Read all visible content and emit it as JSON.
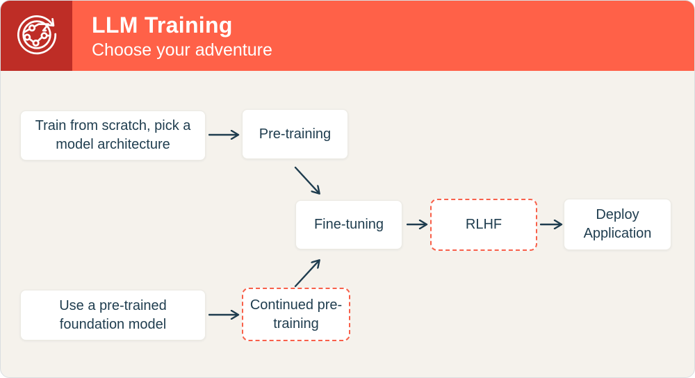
{
  "header": {
    "title": "LLM Training",
    "subtitle": "Choose your adventure",
    "logo_icon": "ml-cycle-icon",
    "colors": {
      "logo_bg": "#BE2D26",
      "header_bg": "#FF6148",
      "text": "#FFFFFF"
    }
  },
  "diagram": {
    "colors": {
      "background": "#F5F2EC",
      "box_bg": "#FFFFFF",
      "box_text": "#1E3C4E",
      "arrow": "#1E3C4E",
      "dashed_border": "#F8604A"
    },
    "nodes": [
      {
        "id": "train-scratch",
        "label": "Train from scratch, pick a model architecture",
        "style": "solid"
      },
      {
        "id": "pre-training",
        "label": "Pre-training",
        "style": "solid"
      },
      {
        "id": "fine-tuning",
        "label": "Fine-tuning",
        "style": "solid"
      },
      {
        "id": "rlhf",
        "label": "RLHF",
        "style": "dashed"
      },
      {
        "id": "deploy-application",
        "label": "Deploy Application",
        "style": "solid"
      },
      {
        "id": "use-pretrained",
        "label": "Use a pre-trained foundation model",
        "style": "solid"
      },
      {
        "id": "continued-pretraining",
        "label": "Continued pre-training",
        "style": "dashed"
      }
    ],
    "edges": [
      {
        "from": "train-scratch",
        "to": "pre-training"
      },
      {
        "from": "pre-training",
        "to": "fine-tuning"
      },
      {
        "from": "fine-tuning",
        "to": "rlhf"
      },
      {
        "from": "rlhf",
        "to": "deploy-application"
      },
      {
        "from": "use-pretrained",
        "to": "continued-pretraining"
      },
      {
        "from": "continued-pretraining",
        "to": "fine-tuning"
      }
    ]
  }
}
